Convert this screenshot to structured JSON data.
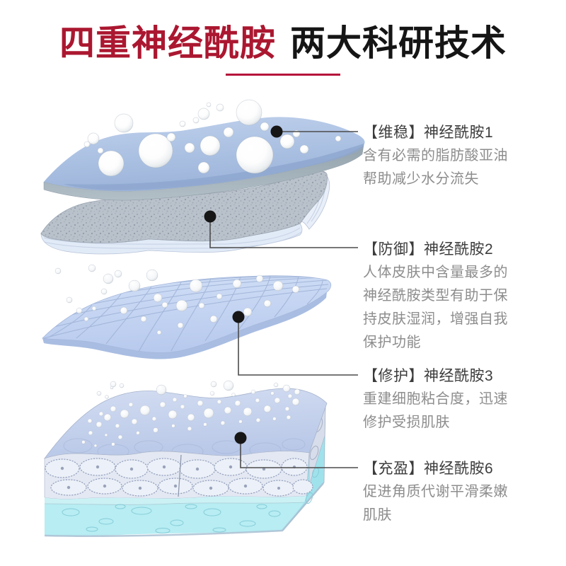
{
  "title": {
    "highlight_text": "四重神经酰胺",
    "normal_text": "两大科研技术"
  },
  "callouts": [
    {
      "heading": "【维稳】神经酰胺1",
      "body": "含有必需的脂肪酸亚油\n帮助减少水分流失"
    },
    {
      "heading": "【防御】神经酰胺2",
      "body": "人体皮肤中含量最多的\n神经酰胺类型有助于保\n持皮肤湿润，增强自我\n保护功能"
    },
    {
      "heading": "【修护】神经酰胺3",
      "body": "重建细胞粘合度，迅速\n修护受损肌肤"
    },
    {
      "heading": "【充盈】神经酰胺6",
      "body": "促进角质代谢平滑柔嫩\n肌肤"
    }
  ],
  "colors": {
    "title_highlight_red": "#ab1730",
    "title_normal_black": "#151515",
    "underline_red": "#b5123a",
    "callout_heading_gray": "#3c3c3c",
    "callout_body_gray": "#8d8d8d",
    "marker_dot_black": "#161616",
    "connector_line_gray": "#4c4c4c",
    "layer1_blue": "#9db4da",
    "layer2_speckle_gray": "#b9c1cb",
    "layer3_grid_blue": "#c3d4f0",
    "layer4_cyan": "#b7edf3"
  }
}
